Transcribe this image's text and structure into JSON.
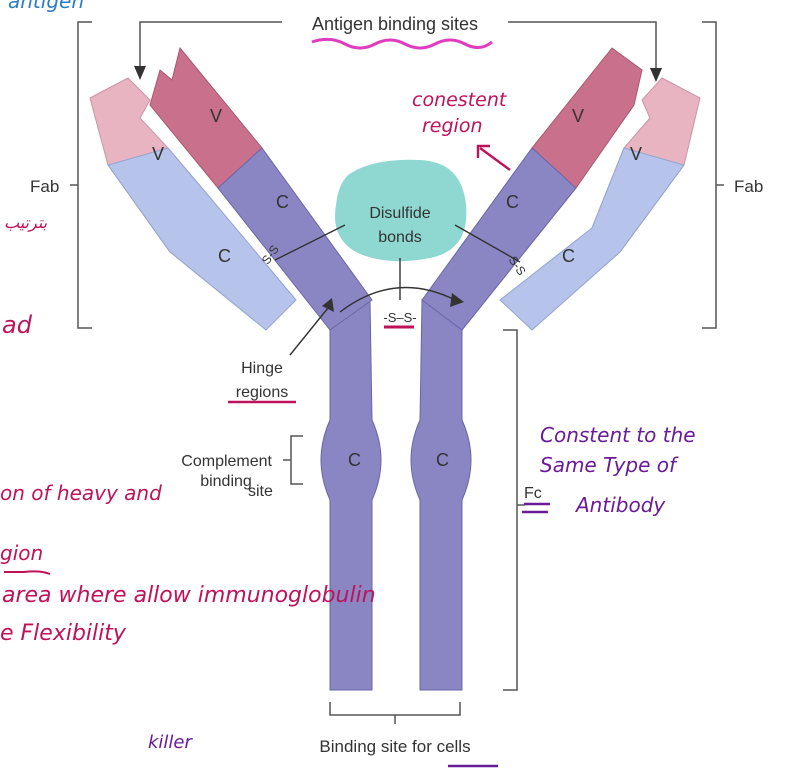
{
  "labels": {
    "antigen_binding_sites": "Antigen binding sites",
    "fab_left": "Fab",
    "fab_right": "Fab",
    "disulfide": "Disulfide",
    "bonds": "bonds",
    "ss_center": "-S–S-",
    "ss_left": "S-S",
    "ss_right": "S-S",
    "hinge": "Hinge",
    "regions": "regions",
    "complement": "Complement",
    "binding": "binding",
    "site": "site",
    "fc": "Fc",
    "binding_site_cells": "Binding site for cells",
    "v": "V",
    "c": "C"
  },
  "annotations": {
    "top_left_fragment": "antigen",
    "constant_region_1": "conestent",
    "constant_region_2": "region",
    "arabic_fragment": "بترتيب",
    "d_fragment": "ad",
    "constant_note_1": "Constent to the",
    "constant_note_2": "Same Type of",
    "constant_note_3": "Antibody",
    "bottom_note_1": "on of heavy and",
    "bottom_note_2": "gion",
    "bottom_note_3": "area where allow immunoglobulin",
    "bottom_note_4": "e Flexibility",
    "killer": "killer"
  },
  "colors": {
    "heavy_chain": "#8a86c4",
    "heavy_light": "#a9a6d8",
    "v_heavy": "#c9708c",
    "v_light": "#e8b4c2",
    "c_light": "#b6c3ea",
    "disulfide_bubble": "#8fd8d2",
    "ink_red": "#c0125a",
    "ink_purple": "#6a1b9a",
    "ink_blue": "#2a7cc7"
  }
}
